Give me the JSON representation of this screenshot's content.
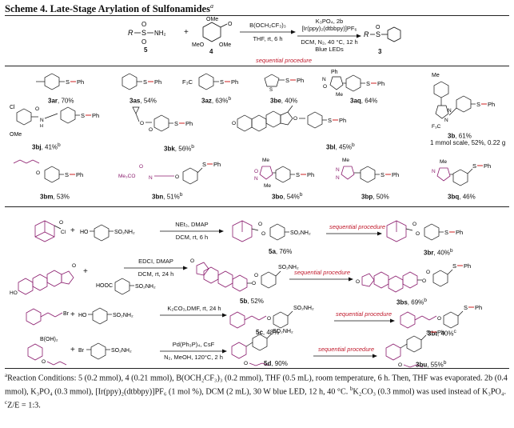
{
  "title": {
    "text": "Scheme 4. Late-Stage Arylation of Sulfonamides",
    "sup": "a"
  },
  "header": {
    "reagent5": "5",
    "reagent4": "4",
    "product3": "3",
    "cond1_top": "B(OCH₂CF₃)₃",
    "cond1_bottom": "THF, rt, 6 h",
    "cond2_line1": "K₃PO₄, 2b",
    "cond2_line2": "[Ir(ppy)₂(dtbbpy)]PF₆",
    "cond2_line3": "DCM, N₂, 40 °C, 12 h",
    "cond2_line4": "Blue LEDs",
    "sequential": "sequential procedure"
  },
  "products": [
    {
      "id": "3ar",
      "yield": "70%",
      "sup": ""
    },
    {
      "id": "3as",
      "yield": "54%",
      "sup": ""
    },
    {
      "id": "3az",
      "yield": "63%",
      "sup": "b"
    },
    {
      "id": "3be",
      "yield": "40%",
      "sup": ""
    },
    {
      "id": "3aq",
      "yield": "64%",
      "sup": ""
    },
    {
      "id": "3bj",
      "yield": "41%",
      "sup": "b"
    },
    {
      "id": "3bk",
      "yield": "56%",
      "sup": "b"
    },
    {
      "id": "3bl",
      "yield": "45%",
      "sup": "b"
    },
    {
      "id": "3b",
      "yield": "61%",
      "sup": ""
    },
    {
      "id": "3bm",
      "yield": "53%",
      "sup": ""
    },
    {
      "id": "3bn",
      "yield": "51%",
      "sup": "b"
    },
    {
      "id": "3bo",
      "yield": "54%",
      "sup": "b"
    },
    {
      "id": "3bp",
      "yield": "50%",
      "sup": ""
    },
    {
      "id": "3bq",
      "yield": "46%",
      "sup": ""
    }
  ],
  "scale_note": "1 mmol scale, 52%, 0.22 g",
  "sequences": [
    {
      "cond_top": "NEt₃, DMAP",
      "cond_bottom": "DCM, rt, 6 h",
      "intermediate": "5a",
      "int_yield": "76%",
      "product": "3br",
      "yield": "40%",
      "sup": "b"
    },
    {
      "cond_top": "EDCI, DMAP",
      "cond_bottom": "DCM, rt, 24 h",
      "intermediate": "5b",
      "int_yield": "52%",
      "product": "3bs",
      "yield": "69%",
      "sup": "b"
    },
    {
      "cond_top": "K₂CO₃,DMF, rt, 24 h",
      "cond_bottom": "",
      "intermediate": "5c",
      "int_yield": "48%",
      "product": "3bt",
      "yield": "40%",
      "sup": "c"
    },
    {
      "cond_top": "Pd(Ph₃P)₄, CsF",
      "cond_bottom": "N₂, MeOH, 120°C, 2 h",
      "intermediate": "5d",
      "int_yield": "90%",
      "product": "3bu",
      "yield": "55%",
      "sup": "b"
    }
  ],
  "structure_labels": {
    "so2nh2": "SO₂NH₂",
    "so2ph": "SO₂Ph",
    "sph": "S═Ph",
    "ho": "HO",
    "br": "Br",
    "b_oh2": "B(OH)₂",
    "hooc": "HOOC",
    "cl": "Cl",
    "ome": "OMe",
    "me": "Me",
    "f3c": "F₃C",
    "cf3": "F₃C",
    "me3co": "Me₃CO",
    "n": "N",
    "o": "O",
    "ph": "Ph",
    "r": "R"
  },
  "footnote": {
    "a": "Reaction Conditions: 5 (0.2 mmol), 4 (0.21 mmol), B(OCH₂CF₃)₃ (0.2 mmol), THF (0.5 mL), room temperature, 6 h. Then, THF was evaporated. 2b (0.4 mmol), K₃PO₄ (0.3 mmol), [Ir(ppy)₂(dtbbpy)]PF₆ (1 mol %), DCM (2 mL), 30 W blue LED, 12 h, 40 °C.",
    "b": "K₂CO₃ (0.3 mmol) was used instead of K₃PO₄.",
    "c": "Z/E = 1:3."
  }
}
